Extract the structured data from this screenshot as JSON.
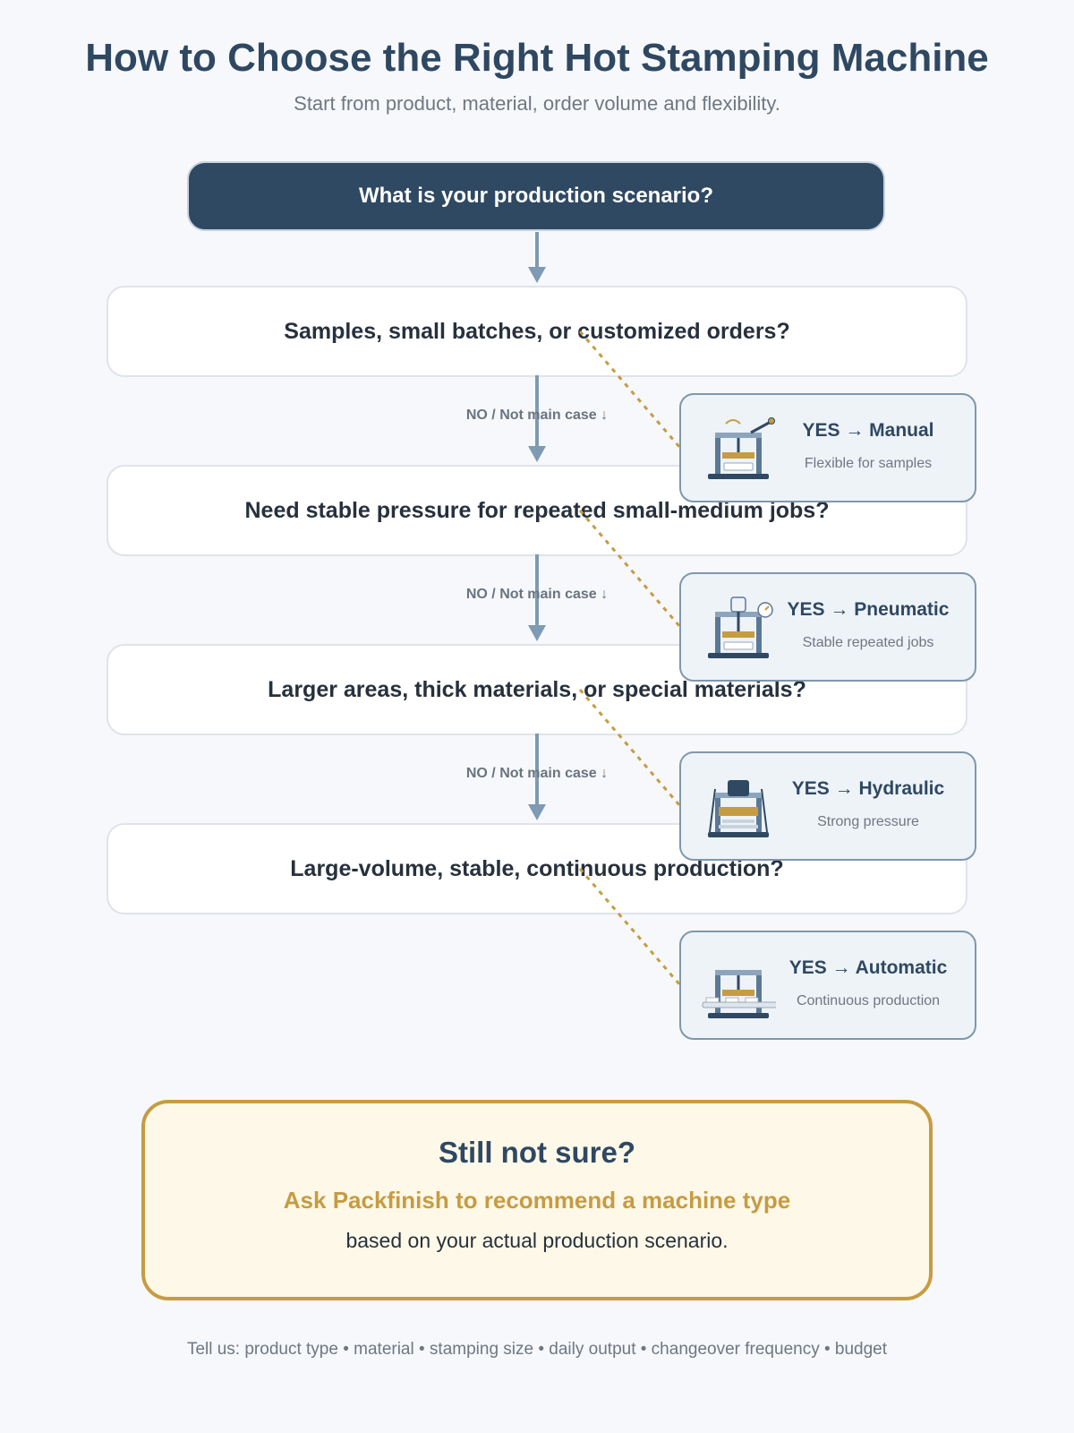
{
  "header": {
    "title": "How to Choose the Right Hot Stamping Machine",
    "subtitle": "Start from product, material, order volume and flexibility."
  },
  "start": {
    "label": "What is your production scenario?"
  },
  "questions": [
    {
      "label": "Samples, small batches, or customized orders?"
    },
    {
      "label": "Need stable pressure for repeated small-medium jobs?"
    },
    {
      "label": "Larger areas, thick materials, or special materials?"
    },
    {
      "label": "Large-volume, stable, continuous production?"
    }
  ],
  "no_label": "NO / Not main case ↓",
  "results": [
    {
      "title": "YES → Manual",
      "subtitle": "Flexible for samples",
      "icon": "manual-press-icon"
    },
    {
      "title": "YES → Pneumatic",
      "subtitle": "Stable repeated jobs",
      "icon": "pneumatic-press-icon"
    },
    {
      "title": "YES → Hydraulic",
      "subtitle": "Strong pressure",
      "icon": "hydraulic-press-icon"
    },
    {
      "title": "YES → Automatic",
      "subtitle": "Continuous production",
      "icon": "automatic-press-icon"
    }
  ],
  "cta": {
    "title": "Still not sure?",
    "action": "Ask Packfinish to recommend a machine type",
    "body": "based on your actual production scenario."
  },
  "footer": "Tell us: product type • material • stamping size • daily output • changeover frequency • budget",
  "colors": {
    "navy": "#2f4963",
    "gold": "#c69c42",
    "arrow": "#7f9ab3",
    "background": "#f6f8fb"
  }
}
